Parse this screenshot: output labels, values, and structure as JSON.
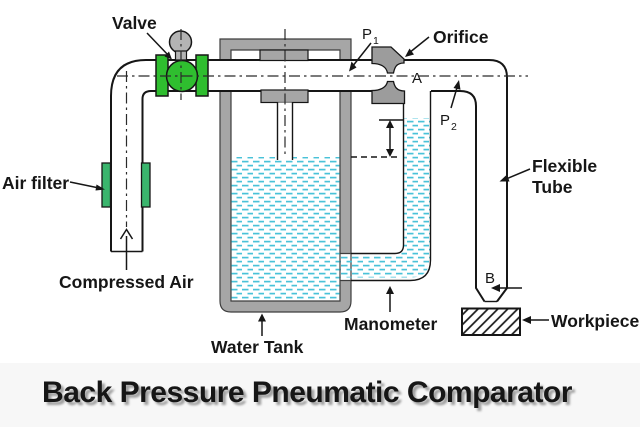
{
  "title": "Back Pressure Pneumatic Comparator",
  "labels": {
    "valve": "Valve",
    "air_filter": "Air filter",
    "compressed_air": "Compressed Air",
    "water_tank": "Water Tank",
    "manometer": "Manometer",
    "orifice": "Orifice",
    "flexible_tube_line1": "Flexible",
    "flexible_tube_line2": "Tube",
    "workpiece": "Workpiece"
  },
  "points": {
    "p1_base": "P",
    "p1_sub": "1",
    "p2_base": "P",
    "p2_sub": "2",
    "a": "A",
    "b": "B"
  },
  "colors": {
    "green_valve": "#2fbe2f",
    "green_filter": "#3ab56d",
    "cyan_water": "#49c2d8",
    "gray_metal": "#a6a6a6",
    "gray_wheel": "#b4b4b4",
    "gray_orifice": "#9c9c9c",
    "ink": "#161616"
  }
}
